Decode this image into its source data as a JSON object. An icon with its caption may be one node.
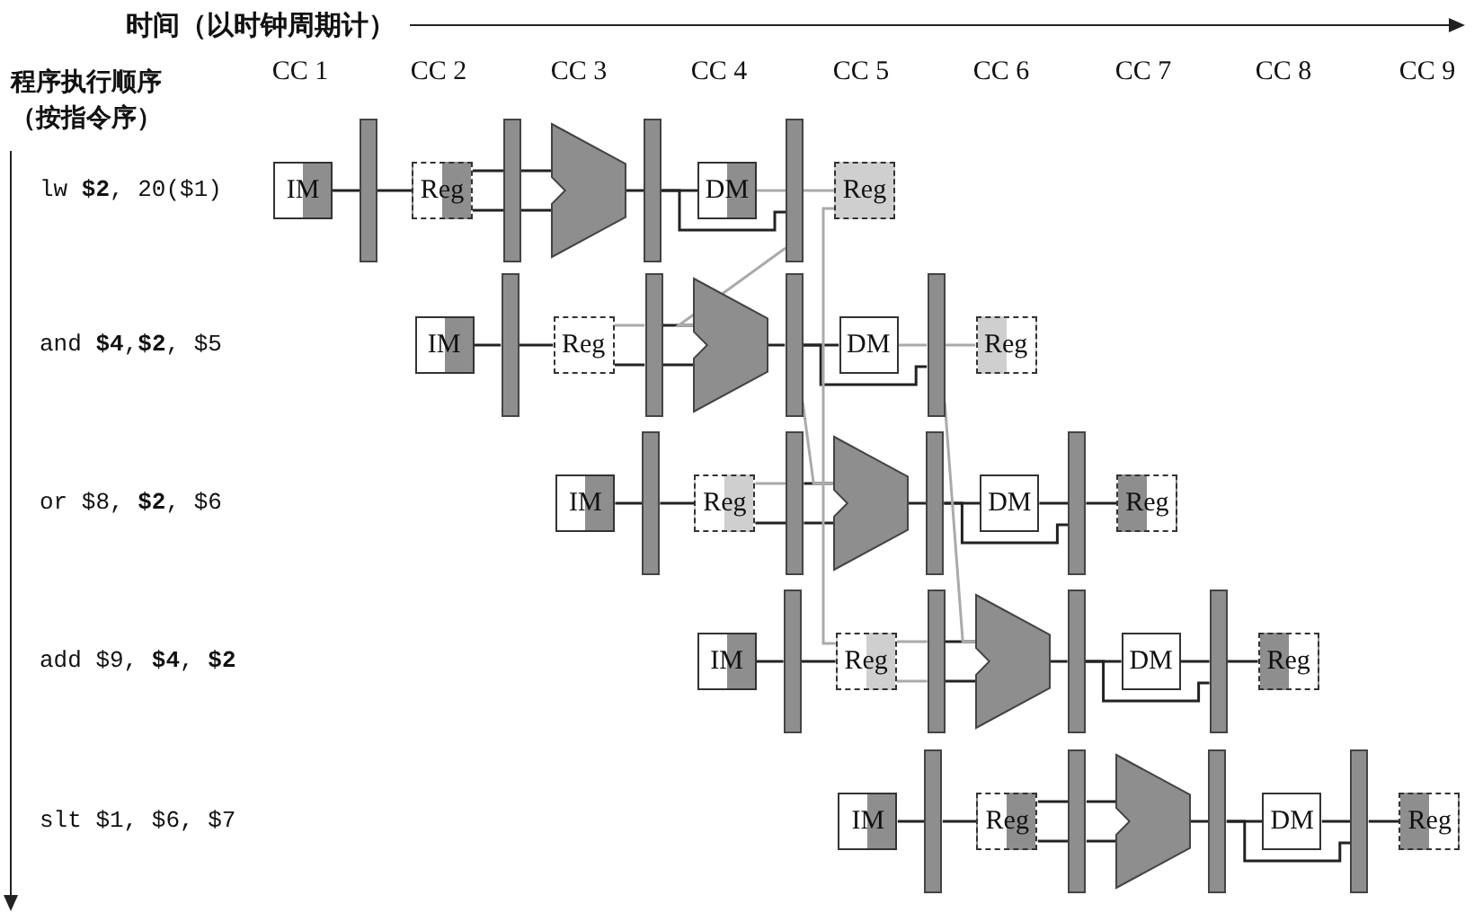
{
  "diagram": {
    "nodes": [
      {
        "text": [
          "IM"
        ]
      },
      {
        "text": [],
        "shape": "bar"
      },
      {
        "text": [
          "Reg"
        ]
      },
      {
        "text": [],
        "shape": "bar"
      },
      {
        "text": [],
        "shape": "trapezoid"
      },
      {
        "text": [],
        "shape": "bar"
      },
      {
        "text": [
          "DM"
        ]
      },
      {
        "text": [],
        "shape": "bar"
      },
      {
        "text": [
          "Reg"
        ]
      },
      {
        "text": [
          "IM"
        ]
      },
      {
        "text": [],
        "shape": "bar"
      },
      {
        "text": [
          "Reg"
        ]
      },
      {
        "text": [],
        "shape": "bar"
      },
      {
        "text": [],
        "shape": "trapezoid"
      },
      {
        "text": [],
        "shape": "bar"
      },
      {
        "text": [
          "DM"
        ]
      },
      {
        "text": [],
        "shape": "bar"
      },
      {
        "text": [
          "Reg"
        ]
      },
      {
        "text": [
          "IM"
        ]
      },
      {
        "text": [],
        "shape": "bar"
      },
      {
        "text": [
          "Reg"
        ]
      },
      {
        "text": [],
        "shape": "bar"
      },
      {
        "text": [],
        "shape": "trapezoid"
      },
      {
        "text": [],
        "shape": "bar"
      },
      {
        "text": [
          "DM"
        ]
      },
      {
        "text": [],
        "shape": "bar"
      },
      {
        "text": [
          "Reg"
        ]
      },
      {
        "text": [
          "IM"
        ]
      },
      {
        "text": [],
        "shape": "bar"
      },
      {
        "text": [
          "Reg"
        ]
      },
      {
        "text": [],
        "shape": "bar"
      },
      {
        "text": [],
        "shape": "trapezoid"
      },
      {
        "text": [],
        "shape": "bar"
      },
      {
        "text": [
          "DM"
        ]
      },
      {
        "text": [],
        "shape": "bar"
      },
      {
        "text": [
          "Reg"
        ]
      },
      {
        "text": [
          "IM"
        ]
      },
      {
        "text": [],
        "shape": "bar"
      },
      {
        "text": [
          "Reg"
        ]
      },
      {
        "text": [],
        "shape": "bar"
      },
      {
        "text": [],
        "shape": "trapezoid"
      },
      {
        "text": [],
        "shape": "bar"
      },
      {
        "text": [
          "DM"
        ]
      },
      {
        "text": [],
        "shape": "bar"
      },
      {
        "text": [
          "Reg"
        ]
      }
    ],
    "edges": [
      {
        "from": 0,
        "to": 1,
        "arrow": "none"
      },
      {
        "from": 1,
        "to": 2,
        "arrow": "none"
      },
      {
        "from": 2,
        "to": 3,
        "arrow": "none"
      },
      {
        "from": 2,
        "to": 3,
        "arrow": "none"
      },
      {
        "from": 3,
        "to": 4,
        "arrow": "none"
      },
      {
        "from": 3,
        "to": 4,
        "arrow": "none"
      },
      {
        "from": 4,
        "to": 5,
        "arrow": "none"
      },
      {
        "from": 5,
        "to": 6,
        "arrow": "none"
      },
      {
        "from": 6,
        "to": 7,
        "arrow": "none",
        "color": "#aaaaaa"
      },
      {
        "from": 5,
        "to": 7,
        "arrow": "none"
      },
      {
        "from": 7,
        "to": 8,
        "arrow": "none",
        "color": "#aaaaaa"
      },
      {
        "from": 9,
        "to": 10,
        "arrow": "none"
      },
      {
        "from": 10,
        "to": 11,
        "arrow": "none"
      },
      {
        "from": 11,
        "to": 12,
        "arrow": "none",
        "color": "#aaaaaa"
      },
      {
        "from": 11,
        "to": 12,
        "arrow": "none"
      },
      {
        "from": 12,
        "to": 13,
        "arrow": "none"
      },
      {
        "from": 12,
        "to": 13,
        "arrow": "none"
      },
      {
        "from": 13,
        "to": 14,
        "arrow": "none"
      },
      {
        "from": 14,
        "to": 15,
        "arrow": "none"
      },
      {
        "from": 15,
        "to": 16,
        "arrow": "none",
        "color": "#aaaaaa"
      },
      {
        "from": 14,
        "to": 16,
        "arrow": "none"
      },
      {
        "from": 16,
        "to": 17,
        "arrow": "none",
        "color": "#aaaaaa"
      },
      {
        "from": 18,
        "to": 19,
        "arrow": "none"
      },
      {
        "from": 19,
        "to": 20,
        "arrow": "none"
      },
      {
        "from": 20,
        "to": 21,
        "arrow": "none",
        "color": "#aaaaaa"
      },
      {
        "from": 20,
        "to": 21,
        "arrow": "none"
      },
      {
        "from": 21,
        "to": 22,
        "arrow": "none"
      },
      {
        "from": 21,
        "to": 22,
        "arrow": "none"
      },
      {
        "from": 22,
        "to": 23,
        "arrow": "none"
      },
      {
        "from": 23,
        "to": 24,
        "arrow": "none"
      },
      {
        "from": 24,
        "to": 25,
        "arrow": "none"
      },
      {
        "from": 23,
        "to": 25,
        "arrow": "none"
      },
      {
        "from": 25,
        "to": 26,
        "arrow": "none"
      },
      {
        "from": 27,
        "to": 28,
        "arrow": "none"
      },
      {
        "from": 28,
        "to": 29,
        "arrow": "none"
      },
      {
        "from": 29,
        "to": 30,
        "arrow": "none",
        "color": "#aaaaaa"
      },
      {
        "from": 29,
        "to": 30,
        "arrow": "none",
        "color": "#aaaaaa"
      },
      {
        "from": 30,
        "to": 31,
        "arrow": "none"
      },
      {
        "from": 30,
        "to": 31,
        "arrow": "none"
      },
      {
        "from": 31,
        "to": 32,
        "arrow": "none"
      },
      {
        "from": 32,
        "to": 33,
        "arrow": "none"
      },
      {
        "from": 33,
        "to": 34,
        "arrow": "none"
      },
      {
        "from": 32,
        "to": 34,
        "arrow": "none"
      },
      {
        "from": 34,
        "to": 35,
        "arrow": "none"
      },
      {
        "from": 36,
        "to": 37,
        "arrow": "none"
      },
      {
        "from": 37,
        "to": 38,
        "arrow": "none"
      },
      {
        "from": 38,
        "to": 39,
        "arrow": "none"
      },
      {
        "from": 38,
        "to": 39,
        "arrow": "none"
      },
      {
        "from": 39,
        "to": 40,
        "arrow": "none"
      },
      {
        "from": 39,
        "to": 40,
        "arrow": "none"
      },
      {
        "from": 40,
        "to": 41,
        "arrow": "none"
      },
      {
        "from": 41,
        "to": 42,
        "arrow": "none"
      },
      {
        "from": 42,
        "to": 43,
        "arrow": "none"
      },
      {
        "from": 41,
        "to": 43,
        "arrow": "none"
      },
      {
        "from": 43,
        "to": 44,
        "arrow": "none"
      },
      {
        "from": 7,
        "to": 13,
        "arrow": "none",
        "color": "#aaaaaa"
      },
      {
        "from": 14,
        "to": 22,
        "arrow": "none",
        "color": "#aaaaaa"
      },
      {
        "from": 8,
        "to": 29,
        "arrow": "none",
        "color": "#aaaaaa"
      },
      {
        "from": 16,
        "to": 31,
        "arrow": "none",
        "color": "#aaaaaa"
      }
    ],
    "labels": [
      "时间（以时钟周期计）",
      "程序执行顺序（按指令序）",
      "CC 1",
      "CC 2",
      "CC 3",
      "CC 4",
      "CC 5",
      "CC 6",
      "CC 7",
      "CC 8",
      "CC 9",
      "lw **$2**, 20($1)",
      "and **$4**,**$2**, $5",
      "or $8, **$2**, $6",
      "add $9, **$4**, **$2**",
      "slt $1, $6, $7"
    ]
  }
}
